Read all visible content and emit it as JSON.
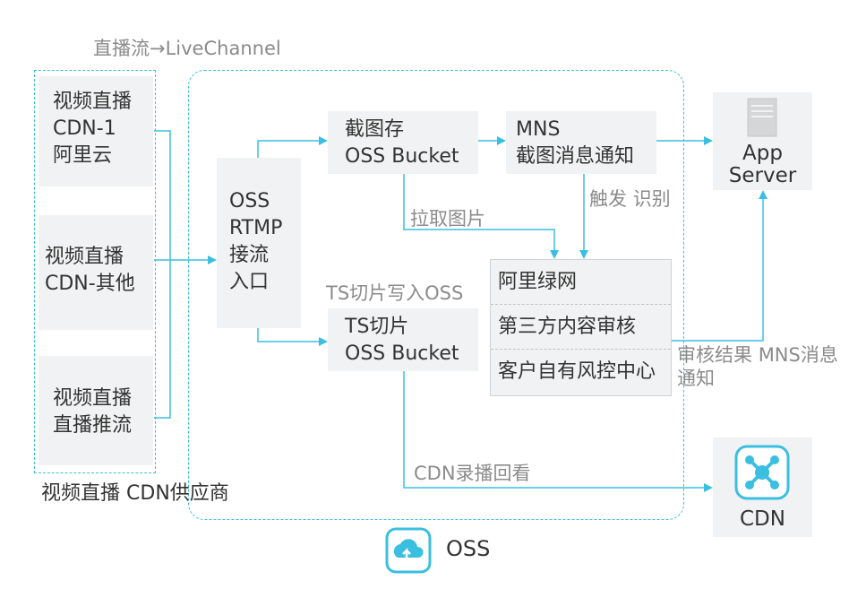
{
  "colors": {
    "arrow": "#3bbfe0",
    "box": "#f1f2f3",
    "text": "#333333",
    "muted": "#8b8b8b",
    "dash": "#3bbfe0"
  },
  "top_caption": "直播流→LiveChannel",
  "cdn_providers": {
    "items": [
      {
        "line1": "视频直播",
        "line2": "CDN-1",
        "line3": "阿里云"
      },
      {
        "line1": "视频直播",
        "line2": "CDN-其他"
      },
      {
        "line1": "视频直播",
        "line2": "直播推流"
      }
    ],
    "caption_line1": "视频直播",
    "caption_line2": "CDN供应商"
  },
  "oss_rtmp": {
    "line1": "OSS",
    "line2": "RTMP",
    "line3": "接流",
    "line4": "入口"
  },
  "snapshot_bucket": {
    "line1": "截图存",
    "line2": "OSS Bucket"
  },
  "mns_snapshot": {
    "line1": "MNS",
    "line2": "截图消息通知"
  },
  "ts_bucket": {
    "line1": "TS切片",
    "line2": "OSS Bucket"
  },
  "ts_caption": "TS切片写入OSS",
  "pull_image_label": "拉取图片",
  "trigger_label": {
    "line1": "触发",
    "line2": "识别"
  },
  "review": {
    "items": [
      "阿里绿网",
      "第三方内容审核",
      "客户自有风控中心"
    ]
  },
  "review_result_label": {
    "line1": "审核结果",
    "line2": "MNS消息通知"
  },
  "cdn_replay_label": "CDN录播回看",
  "app_server": {
    "line1": "App",
    "line2": "Server",
    "icon": "server-icon"
  },
  "cdn": {
    "label": "CDN",
    "icon": "cdn-network-icon"
  },
  "oss_footer": {
    "label": "OSS",
    "icon": "oss-cloud-icon"
  }
}
